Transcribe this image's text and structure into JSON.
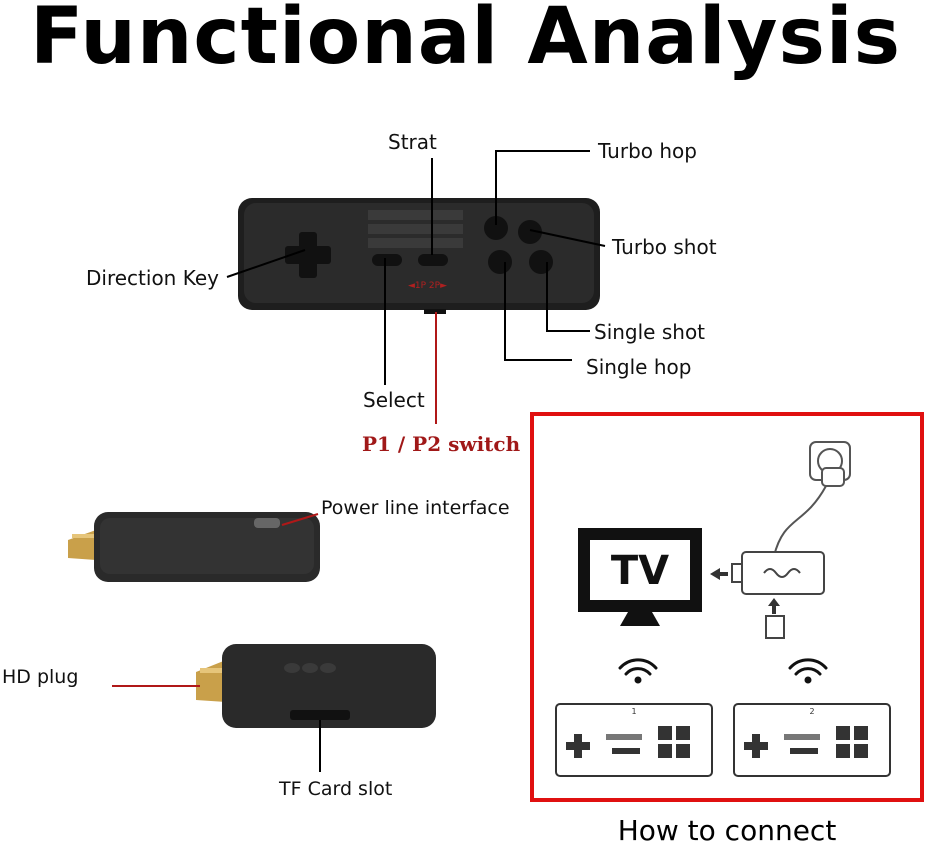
{
  "title": "Functional Analysis",
  "controller_labels": {
    "strat": "Strat",
    "turbo_hop": "Turbo hop",
    "turbo_shot": "Turbo shot",
    "direction_key": "Direction Key",
    "single_shot": "Single shot",
    "single_hop": "Single hop",
    "select": "Select",
    "p1_p2_switch": "P1 / P2 switch"
  },
  "controller_markings": {
    "switch": "◄1P 2P►"
  },
  "dongle_labels": {
    "power_line_interface": "Power line interface",
    "hd_plug": "HD plug",
    "tf_card_slot": "TF Card slot"
  },
  "connect_panel": {
    "tv_text": "TV",
    "pad1_number": "1",
    "pad2_number": "2",
    "caption": "How to connect"
  },
  "colors": {
    "leader_black": "#000000",
    "leader_red": "#b01818",
    "frame_red": "#e01010",
    "device_body": "#2a2a2a"
  }
}
